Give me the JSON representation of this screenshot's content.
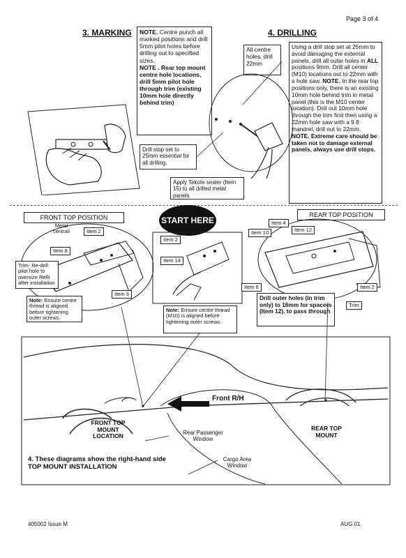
{
  "page": {
    "number": "Page 3 of 4"
  },
  "marking": {
    "title": "3. MARKING",
    "note_lead": "NOTE.",
    "note_text": "Centre punch all marked positions and drill 5mm pilot holes before drilling out to specified sizes.",
    "note2_lead": "NOTE .",
    "note2_text": "Rear top mount centre hole locations, drill 5mm pilot hole through trim (existing 10mm hole directly behind trim)"
  },
  "drilling": {
    "title": "4. DRILLING",
    "centre_holes": "All centre holes, drill 22mm",
    "instructions_1": "Using a drill stop set at 25mm to avoid damaging the external panels, drill all outer holes in",
    "instructions_all": "ALL",
    "instructions_2": "positions 9mm. Drill all center (M10) locations out to 22mm with a hole saw.",
    "note_lead": "NOTE.",
    "note_text": "In the rear top positions only, there is an existing 10mm hole behind trim in metal panel (this is the M10 center location). Drill out 10mm hole through the trim first then using a 22mm hole saw with a 9.8 mandrel, drill out to 22mm.",
    "note2": "NOTE. Extreme care should be taken not to damage external panels, always use drill stops.",
    "drill_stop": "Drill stop set to 25mm essential for all drilling.",
    "tekote": "Apply Tekote sealer (Item 15) to all drilled metal panels"
  },
  "front_top": {
    "title": "FRONT TOP POSITION",
    "metal_centrail": "Metal centrail",
    "item2": "Item 2",
    "item8": "Item 8",
    "item3": "Item 3",
    "trim_redrill": "Trim- Re-drill pilot hole to oversize Refit after installation",
    "note_lead": "Note:",
    "note_text": "Ensure centre thread is aligned before tightening outer screws."
  },
  "center_panel": {
    "start_here": "START HERE",
    "item2": "Item 2",
    "item14": "Item 14",
    "note_lead": "Note:",
    "note_text": "Ensure centre thread (M10) is aligned before tightening outer screws."
  },
  "rear_top": {
    "title": "REAR TOP POSITION",
    "item4": "Item 4",
    "item10": "Item 10",
    "item12": "Item 12",
    "item6": "Item 6",
    "item2": "Item 2",
    "trim": "Trim",
    "drill_outer": "Drill outer holes (in trim only) to 16mm for spacers (Item 12), to pass through"
  },
  "vehicle": {
    "front_rh": "Front R/H",
    "front_top_mount": "FRONT TOP MOUNT LOCATION",
    "rear_passenger_window": "Rear Passenger Window",
    "rear_top_mount": "REAR TOP MOUNT",
    "cargo_area_window": "Cargo Area Window",
    "caption_1": "4. These diagrams show the right-hand side",
    "caption_2": "TOP MOUNT INSTALLATION"
  },
  "footer": {
    "doc_id": "405002 Issue M",
    "date": "AUG 01"
  }
}
